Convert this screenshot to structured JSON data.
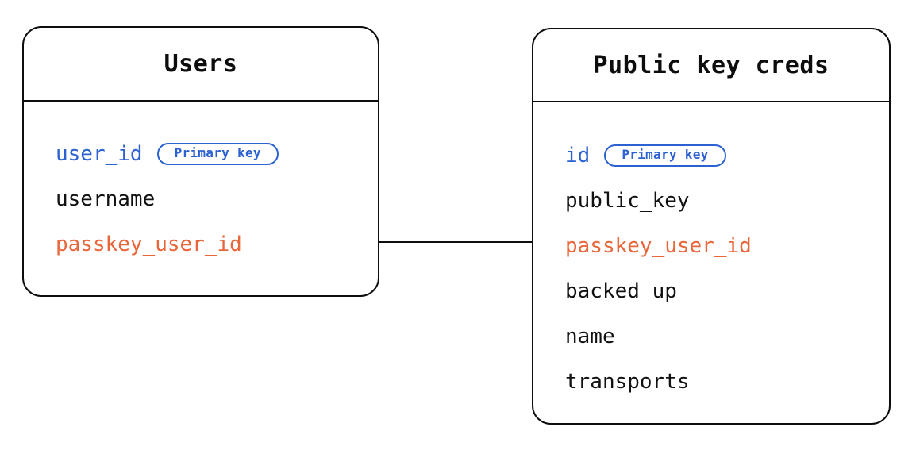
{
  "diagram": {
    "type": "entity-relationship-diagram",
    "background": "#ffffff",
    "colors": {
      "border": "#0d0d0d",
      "text": "#111111",
      "primary_key": "#2b61d1",
      "foreign_key": "#e8663a"
    },
    "entities": [
      {
        "id": "users",
        "title": "Users",
        "fields": [
          {
            "name": "user_id",
            "role": "primary_key",
            "badge": "Primary key"
          },
          {
            "name": "username",
            "role": "plain",
            "badge": null
          },
          {
            "name": "passkey_user_id",
            "role": "foreign_key",
            "badge": null
          }
        ]
      },
      {
        "id": "public-key-creds",
        "title": "Public key creds",
        "fields": [
          {
            "name": "id",
            "role": "primary_key",
            "badge": "Primary key"
          },
          {
            "name": "public_key",
            "role": "plain",
            "badge": null
          },
          {
            "name": "passkey_user_id",
            "role": "foreign_key",
            "badge": null
          },
          {
            "name": "backed_up",
            "role": "plain",
            "badge": null
          },
          {
            "name": "name",
            "role": "plain",
            "badge": null
          },
          {
            "name": "transports",
            "role": "plain",
            "badge": null
          }
        ]
      }
    ],
    "relationships": [
      {
        "id": "users-to-public-key-creds",
        "from_entity": "users",
        "from_field": "passkey_user_id",
        "to_entity": "public-key-creds",
        "to_field": "passkey_user_id",
        "style": "solid-line",
        "label": ""
      }
    ]
  }
}
